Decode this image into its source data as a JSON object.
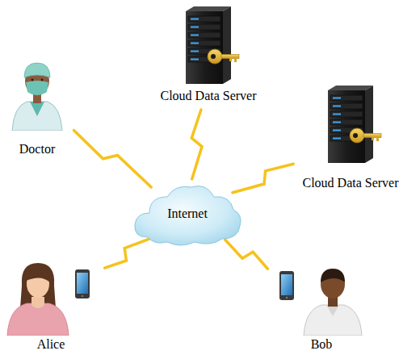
{
  "diagram": {
    "nodes": [
      {
        "text": [
          "Cloud Data Server"
        ]
      },
      {
        "text": [
          "Doctor"
        ]
      },
      {
        "text": [
          "Cloud Data Server"
        ]
      },
      {
        "text": [
          "Internet"
        ]
      },
      {
        "text": [
          "Alice"
        ]
      },
      {
        "text": [
          "Bob"
        ]
      }
    ],
    "edges": [
      {
        "from": 0,
        "to": 3,
        "arrow": "none"
      },
      {
        "from": 1,
        "to": 3,
        "arrow": "none"
      },
      {
        "from": 2,
        "to": 3,
        "arrow": "none"
      },
      {
        "from": 4,
        "to": 3,
        "arrow": "none"
      },
      {
        "from": 5,
        "to": 3,
        "arrow": "none"
      }
    ]
  }
}
